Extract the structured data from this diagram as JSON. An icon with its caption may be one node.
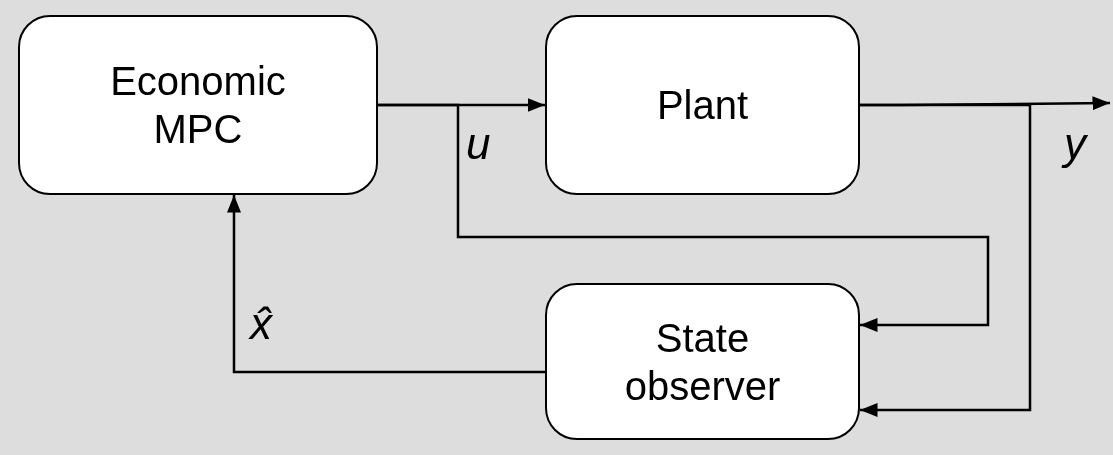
{
  "diagram": {
    "nodes": [
      {
        "text": [
          "Economic MPC"
        ]
      },
      {
        "text": [
          "Plant"
        ]
      },
      {
        "text": [
          "State observer"
        ]
      }
    ],
    "edges": [
      {
        "from": 0,
        "to": 1,
        "arrow": "to",
        "label": "u"
      },
      {
        "from": 1,
        "to": null,
        "arrow": "to",
        "label": "y"
      },
      {
        "from": 0,
        "to": 2,
        "arrow": "to"
      },
      {
        "from": 1,
        "to": 2,
        "arrow": "to"
      },
      {
        "from": 2,
        "to": 0,
        "arrow": "to",
        "label": "x̂"
      }
    ]
  }
}
